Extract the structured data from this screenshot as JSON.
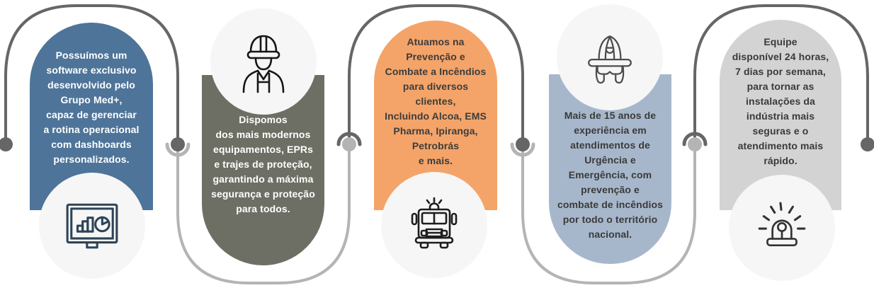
{
  "cards": [
    {
      "name": "software",
      "color": "#4e7499",
      "text_color": "#ffffff",
      "icon": "dashboard-monitor-icon",
      "icon_position": "bottom",
      "text": "Possuímos um\nsoftware exclusivo\ndesenvolvido pelo\nGrupo Med+,\ncapaz de gerenciar\na rotina operacional\ncom dashboards\npersonalizados."
    },
    {
      "name": "equipamentos",
      "color": "#6e6f64",
      "text_color": "#ffffff",
      "icon": "safety-worker-icon",
      "icon_position": "top",
      "text": "Dispomos\ndos mais modernos\nequipamentos, EPRs\ne trajes de proteção,\ngarantindo a máxima\nsegurança e proteção\npara todos."
    },
    {
      "name": "prevencao-combate",
      "color": "#f4a469",
      "text_color": "#3c3c3c",
      "icon": "fire-truck-icon",
      "icon_position": "bottom",
      "text": "Atuamos na\nPrevenção e\nCombate a Incêndios\npara diversos\nclientes,\nIncluindo Alcoa, EMS\nPharma, Ipiranga,\nPetrobrás\ne mais."
    },
    {
      "name": "experiencia",
      "color": "#a7b7cb",
      "text_color": "#3a3a3a",
      "icon": "fire-helmet-icon",
      "icon_position": "top",
      "text": "Mais de 15 anos de\nexperiência em\natendimentos de\nUrgência e\nEmergência, com\nprevenção e\ncombate de incêndios\npor todo o território\nnacional."
    },
    {
      "name": "equipe-24h",
      "color": "#d3d3d3",
      "text_color": "#3a3a3a",
      "icon": "siren-icon",
      "icon_position": "bottom",
      "text": "Equipe\ndisponível 24 horas,\n7 dias por semana,\npara tornar as\ninstalações da\nindústria mais\nseguras e o\natendimento mais\nrápido."
    }
  ],
  "connector": {
    "dark_color": "#666666",
    "light_color": "#b4b4b4",
    "circle_color": "#f6f6f6"
  }
}
